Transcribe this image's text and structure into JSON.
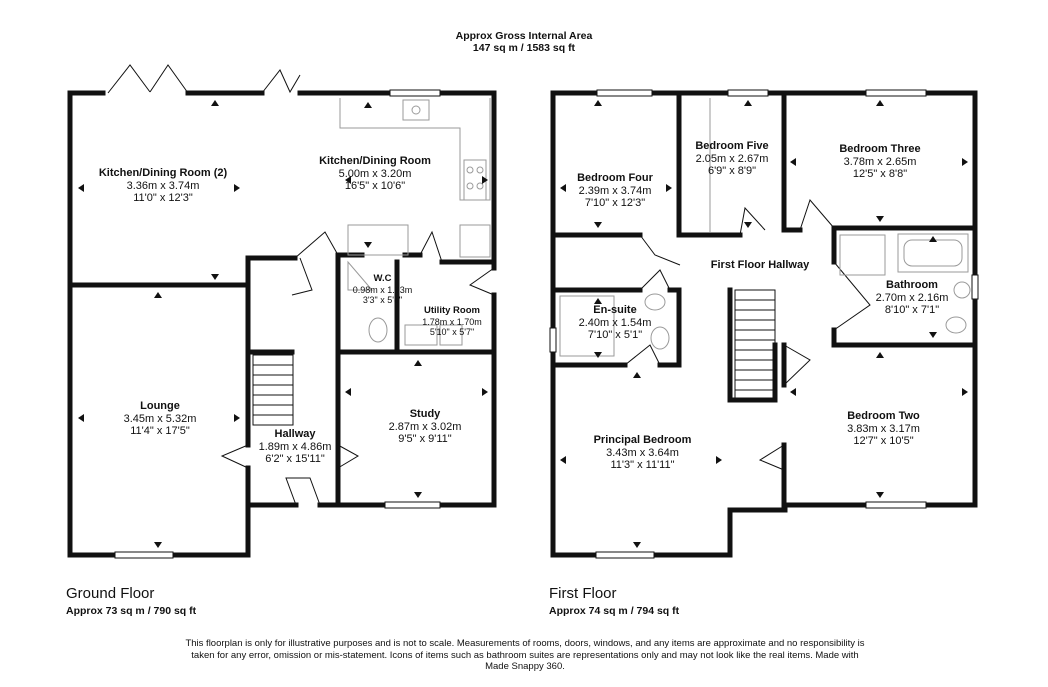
{
  "header": {
    "title": "Approx Gross Internal Area",
    "area": "147 sq m / 1583 sq ft"
  },
  "ground_floor": {
    "name": "Ground Floor",
    "area": "Approx 73 sq m / 790 sq ft",
    "rooms": [
      {
        "name": "Kitchen/Dining Room (2)",
        "metric": "3.36m x 3.74m",
        "imperial": "11'0\" x 12'3\""
      },
      {
        "name": "Kitchen/Dining Room",
        "metric": "5.00m x 3.20m",
        "imperial": "16'5\" x 10'6\""
      },
      {
        "name": "W.C",
        "metric": "0.98m x 1.73m",
        "imperial": "3'3\" x 5'8\""
      },
      {
        "name": "Utility Room",
        "metric": "1.78m x 1.70m",
        "imperial": "5'10\" x 5'7\""
      },
      {
        "name": "Lounge",
        "metric": "3.45m x 5.32m",
        "imperial": "11'4\" x 17'5\""
      },
      {
        "name": "Hallway",
        "metric": "1.89m x 4.86m",
        "imperial": "6'2\" x 15'11\""
      },
      {
        "name": "Study",
        "metric": "2.87m x 3.02m",
        "imperial": "9'5\" x 9'11\""
      }
    ]
  },
  "first_floor": {
    "name": "First Floor",
    "area": "Approx 74 sq m / 794 sq ft",
    "rooms": [
      {
        "name": "Bedroom Four",
        "metric": "2.39m x 3.74m",
        "imperial": "7'10\" x 12'3\""
      },
      {
        "name": "Bedroom Five",
        "metric": "2.05m x 2.67m",
        "imperial": "6'9\" x 8'9\""
      },
      {
        "name": "Bedroom Three",
        "metric": "3.78m x 2.65m",
        "imperial": "12'5\" x 8'8\""
      },
      {
        "name": "First Floor Hallway",
        "metric": "",
        "imperial": ""
      },
      {
        "name": "Bathroom",
        "metric": "2.70m x 2.16m",
        "imperial": "8'10\" x 7'1\""
      },
      {
        "name": "En-suite",
        "metric": "2.40m x 1.54m",
        "imperial": "7'10\" x 5'1\""
      },
      {
        "name": "Principal Bedroom",
        "metric": "3.43m x 3.64m",
        "imperial": "11'3\" x 11'11\""
      },
      {
        "name": "Bedroom Two",
        "metric": "3.83m x 3.17m",
        "imperial": "12'7\" x 10'5\""
      }
    ]
  },
  "disclaimer": "This floorplan is only for illustrative purposes and is not to scale. Measurements of rooms, doors, windows, and any items are approximate and no responsibility is taken for any error, omission or mis-statement. Icons of items such as bathroom suites are representations only and may not look like the real items. Made with Made Snappy 360.",
  "colors": {
    "wall": "#111111",
    "fixture": "#9a9a9a",
    "background": "#ffffff"
  }
}
